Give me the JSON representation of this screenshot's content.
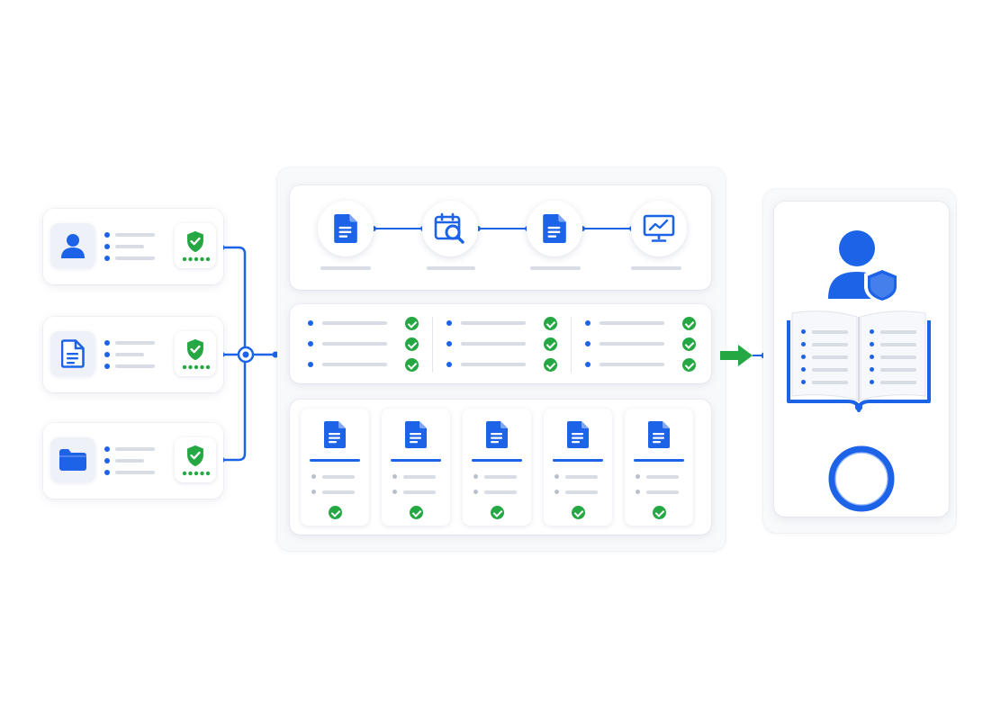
{
  "colors": {
    "primary_blue": "#1d63e8",
    "success_green": "#25a843",
    "placeholder_grey": "#d8dce5",
    "panel_background": "#f8f9fb"
  },
  "sources": [
    {
      "icon": "user-icon",
      "status_icon": "shield-check-icon"
    },
    {
      "icon": "document-icon",
      "status_icon": "shield-check-icon"
    },
    {
      "icon": "folder-icon",
      "status_icon": "shield-check-icon"
    }
  ],
  "connector": {
    "icon": "target-node-icon"
  },
  "pipeline": {
    "steps": [
      {
        "icon": "document-icon"
      },
      {
        "icon": "calendar-search-icon"
      },
      {
        "icon": "document-icon"
      },
      {
        "icon": "monitor-chart-icon"
      }
    ]
  },
  "checklists": [
    {
      "items": 3,
      "status_icon": "check-circle-icon"
    },
    {
      "items": 3,
      "status_icon": "check-circle-icon"
    },
    {
      "items": 3,
      "status_icon": "check-circle-icon"
    }
  ],
  "documents": [
    {
      "icon": "document-icon",
      "status_icon": "check-circle-icon"
    },
    {
      "icon": "document-icon",
      "status_icon": "check-circle-icon"
    },
    {
      "icon": "document-icon",
      "status_icon": "check-circle-icon"
    },
    {
      "icon": "document-icon",
      "status_icon": "check-circle-icon"
    },
    {
      "icon": "document-icon",
      "status_icon": "check-circle-icon"
    }
  ],
  "flow_arrow": {
    "icon": "arrow-right-icon"
  },
  "output": {
    "user_icon": "user-shield-icon",
    "book_icon": "open-book-icon",
    "ring_icon": "ring-icon"
  }
}
